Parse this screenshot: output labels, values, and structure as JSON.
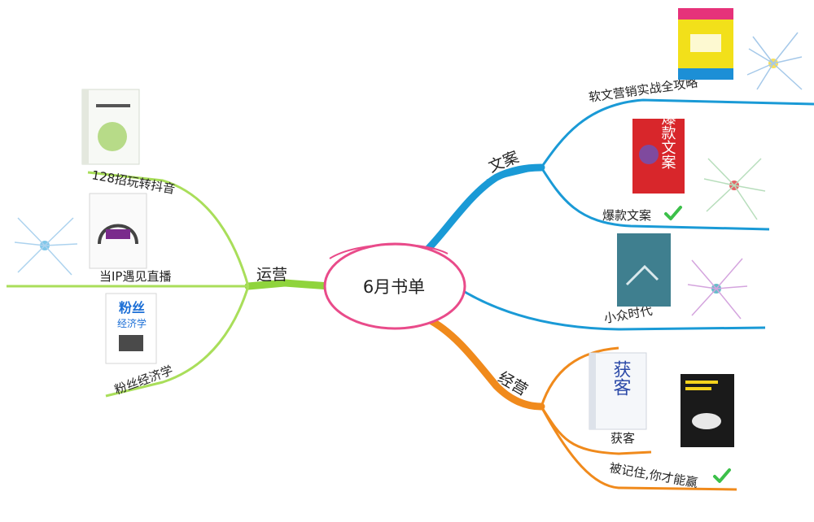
{
  "center": {
    "label": "6月书单"
  },
  "branches": {
    "wenan": {
      "label": "文案",
      "color": "#1a9ad6",
      "items": [
        {
          "label": "软文营销实战全攻略",
          "checked": false
        },
        {
          "label": "爆款文案",
          "checked": true
        },
        {
          "label": "小众时代",
          "checked": false
        }
      ]
    },
    "jingying": {
      "label": "经营",
      "color": "#f08a1c",
      "items": [
        {
          "label": "获客",
          "checked": false
        },
        {
          "label": "被记住,你才能赢",
          "checked": true
        }
      ]
    },
    "yunying": {
      "label": "运营",
      "color": "#8fd43c",
      "items": [
        {
          "label": "128招玩转抖音",
          "checked": false
        },
        {
          "label": "当IP遇见直播",
          "checked": false
        },
        {
          "label": "粉丝经济学",
          "checked": false
        }
      ]
    }
  },
  "covers": {
    "baokuan": "爆款文案",
    "huoke": "获客",
    "fensi_top": "粉丝",
    "fensi_bottom": "经济学"
  },
  "colors": {
    "center_stroke": "#e94b8a",
    "check": "#3cc04a"
  }
}
